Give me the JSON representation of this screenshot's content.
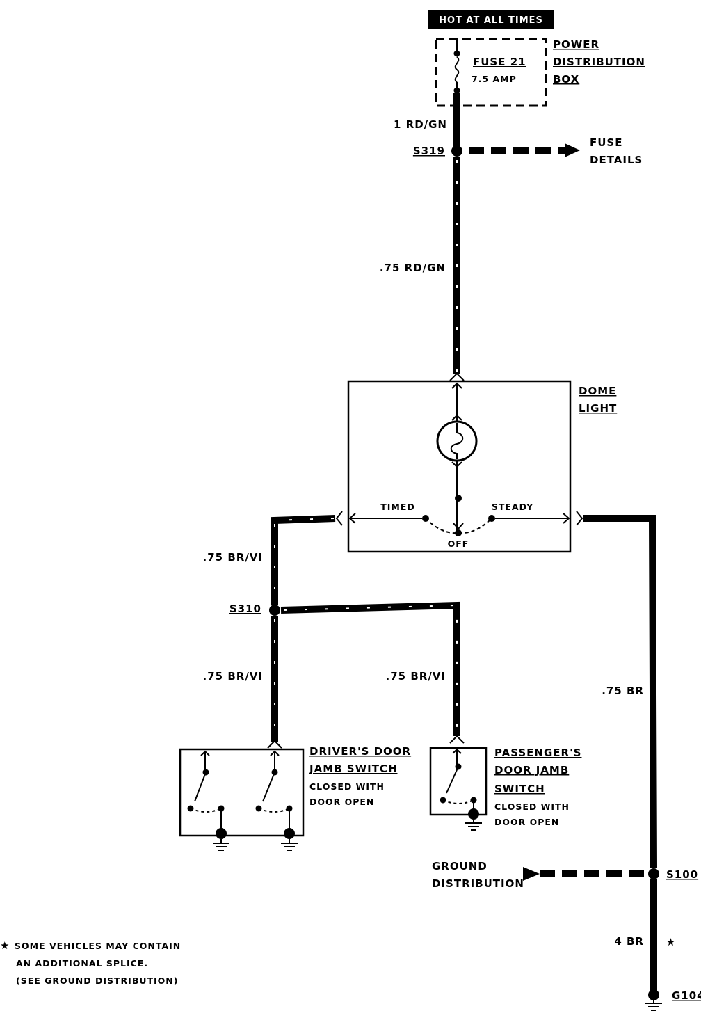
{
  "header": {
    "hot_label": "HOT AT ALL TIMES"
  },
  "fuse": {
    "name": "FUSE 21",
    "rating": "7.5 AMP"
  },
  "power_box": {
    "line1": "POWER",
    "line2": "DISTRIBUTION",
    "line3": "BOX"
  },
  "wires": {
    "w1": "1 RD/GN",
    "w2": ".75 RD/GN",
    "w3": ".75 BR/VI",
    "w4": ".75 BR/VI",
    "w5": ".75 BR/VI",
    "w6": ".75 BR",
    "w7": "4 BR"
  },
  "splices": {
    "s319": "S319",
    "s310": "S310",
    "s100": "S100",
    "g104": "G104"
  },
  "fuse_details": {
    "line1": "FUSE",
    "line2": "DETAILS"
  },
  "dome_light": {
    "line1": "DOME",
    "line2": "LIGHT",
    "timed": "TIMED",
    "steady": "STEADY",
    "off": "OFF"
  },
  "drivers_switch": {
    "line1": "DRIVER'S DOOR",
    "line2": "JAMB SWITCH",
    "note1": "CLOSED WITH",
    "note2": "DOOR OPEN"
  },
  "passengers_switch": {
    "line1": "PASSENGER'S",
    "line2": "DOOR JAMB",
    "line3": "SWITCH",
    "note1": "CLOSED WITH",
    "note2": "DOOR OPEN"
  },
  "ground_distribution": {
    "line1": "GROUND",
    "line2": "DISTRIBUTION"
  },
  "footnote": {
    "star": "★",
    "line1": "SOME VEHICLES MAY CONTAIN",
    "line2": "AN ADDITIONAL SPLICE.",
    "line3": "(SEE GROUND DISTRIBUTION)"
  }
}
